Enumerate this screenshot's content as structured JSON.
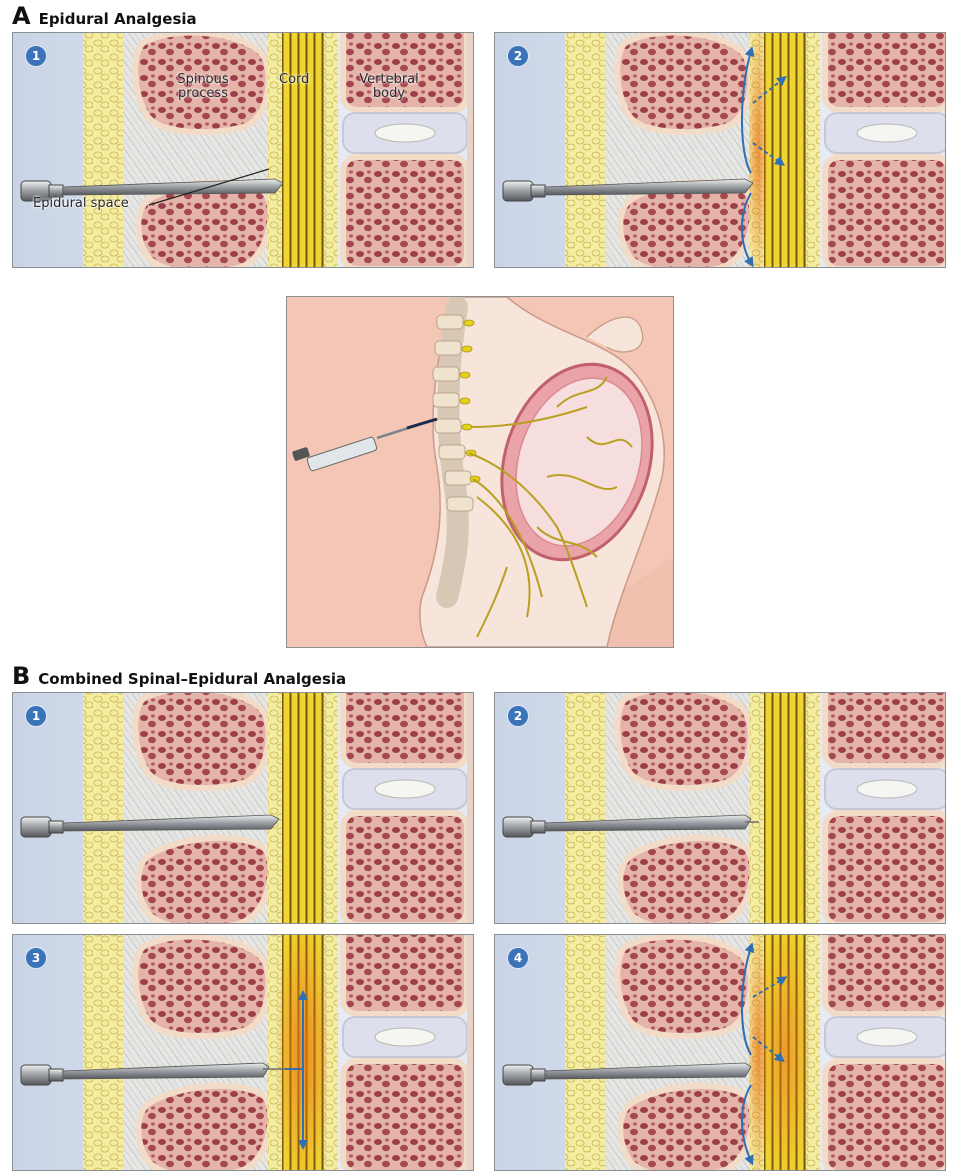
{
  "section_a": {
    "letter": "A",
    "title": "Epidural Analgesia",
    "panels": [
      {
        "step": "1",
        "labels": {
          "spinous": "Spinous process",
          "cord": "Cord",
          "vertebral": "Vertebral body",
          "epidural": "Epidural space"
        }
      },
      {
        "step": "2"
      }
    ]
  },
  "section_b": {
    "letter": "B",
    "title": "Combined Spinal–Epidural Analgesia",
    "panels": [
      {
        "step": "1"
      },
      {
        "step": "2"
      },
      {
        "step": "3"
      },
      {
        "step": "4"
      }
    ]
  },
  "colors": {
    "cord_yellow": "#e9c81f",
    "bone_tan": "#f0d9c4",
    "marrow": "#a34a55",
    "drug_orange": "#e5741f",
    "arrow_blue": "#2f6fb3",
    "badge_blue": "#3b73b9"
  }
}
